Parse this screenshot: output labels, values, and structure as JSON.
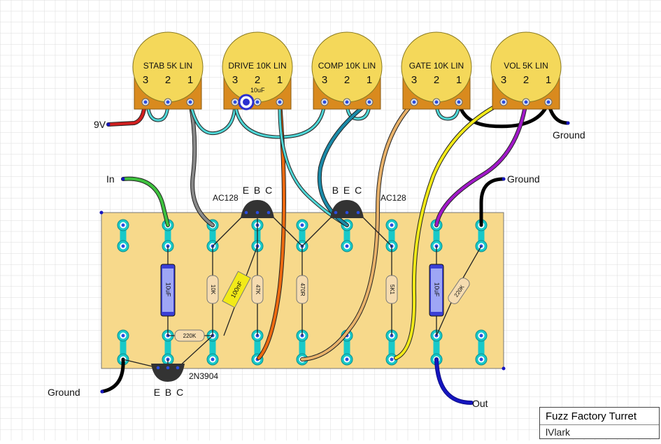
{
  "title": "Fuzz Factory Turret",
  "author": "lVlark",
  "colors": {
    "board": "#f7d98b",
    "pot_body": "#f4d85a",
    "pot_base": "#d98a1e",
    "turret": "#18c9c9",
    "wire_red": "#d11f1f",
    "wire_cyan": "#4fd6d6",
    "wire_gray": "#8a8a8a",
    "wire_orange": "#ee6a10",
    "wire_teal": "#1b8aa8",
    "wire_tan": "#e9b26a",
    "wire_yellow": "#f2ea18",
    "wire_black": "#000000",
    "wire_purple": "#a118c8",
    "wire_green": "#3ec23e",
    "wire_blue": "#1515c0"
  },
  "pots": [
    {
      "name": "STAB 5K LIN",
      "pins": [
        "3",
        "2",
        "1"
      ]
    },
    {
      "name": "DRIVE 10K LIN",
      "pins": [
        "3",
        "2",
        "1"
      ]
    },
    {
      "name": "COMP 10K LIN",
      "pins": [
        "3",
        "2",
        "1"
      ]
    },
    {
      "name": "GATE 10K LIN",
      "pins": [
        "3",
        "2",
        "1"
      ]
    },
    {
      "name": "VOL 5K LIN",
      "pins": [
        "3",
        "2",
        "1"
      ]
    }
  ],
  "pot_cap_label": "10uF",
  "labels": {
    "power": "9V",
    "input": "In",
    "ground_top": "Ground",
    "ground_right": "Ground",
    "ground_left": "Ground",
    "output": "Out"
  },
  "transistors": [
    {
      "name": "AC128",
      "pins": "E B C"
    },
    {
      "name": "AC128",
      "pins": "B E C"
    },
    {
      "name": "2N3904",
      "pins": "E B C"
    }
  ],
  "components": {
    "cap_left": "10uF",
    "cap_right": "10uF",
    "r_10k": "10K",
    "r_47k": "47K",
    "r_470r": "470R",
    "r_5k1": "5K1",
    "r_220k_bottom": "220K",
    "r_220k_right": "220K",
    "cap_100nf": "100nF"
  }
}
